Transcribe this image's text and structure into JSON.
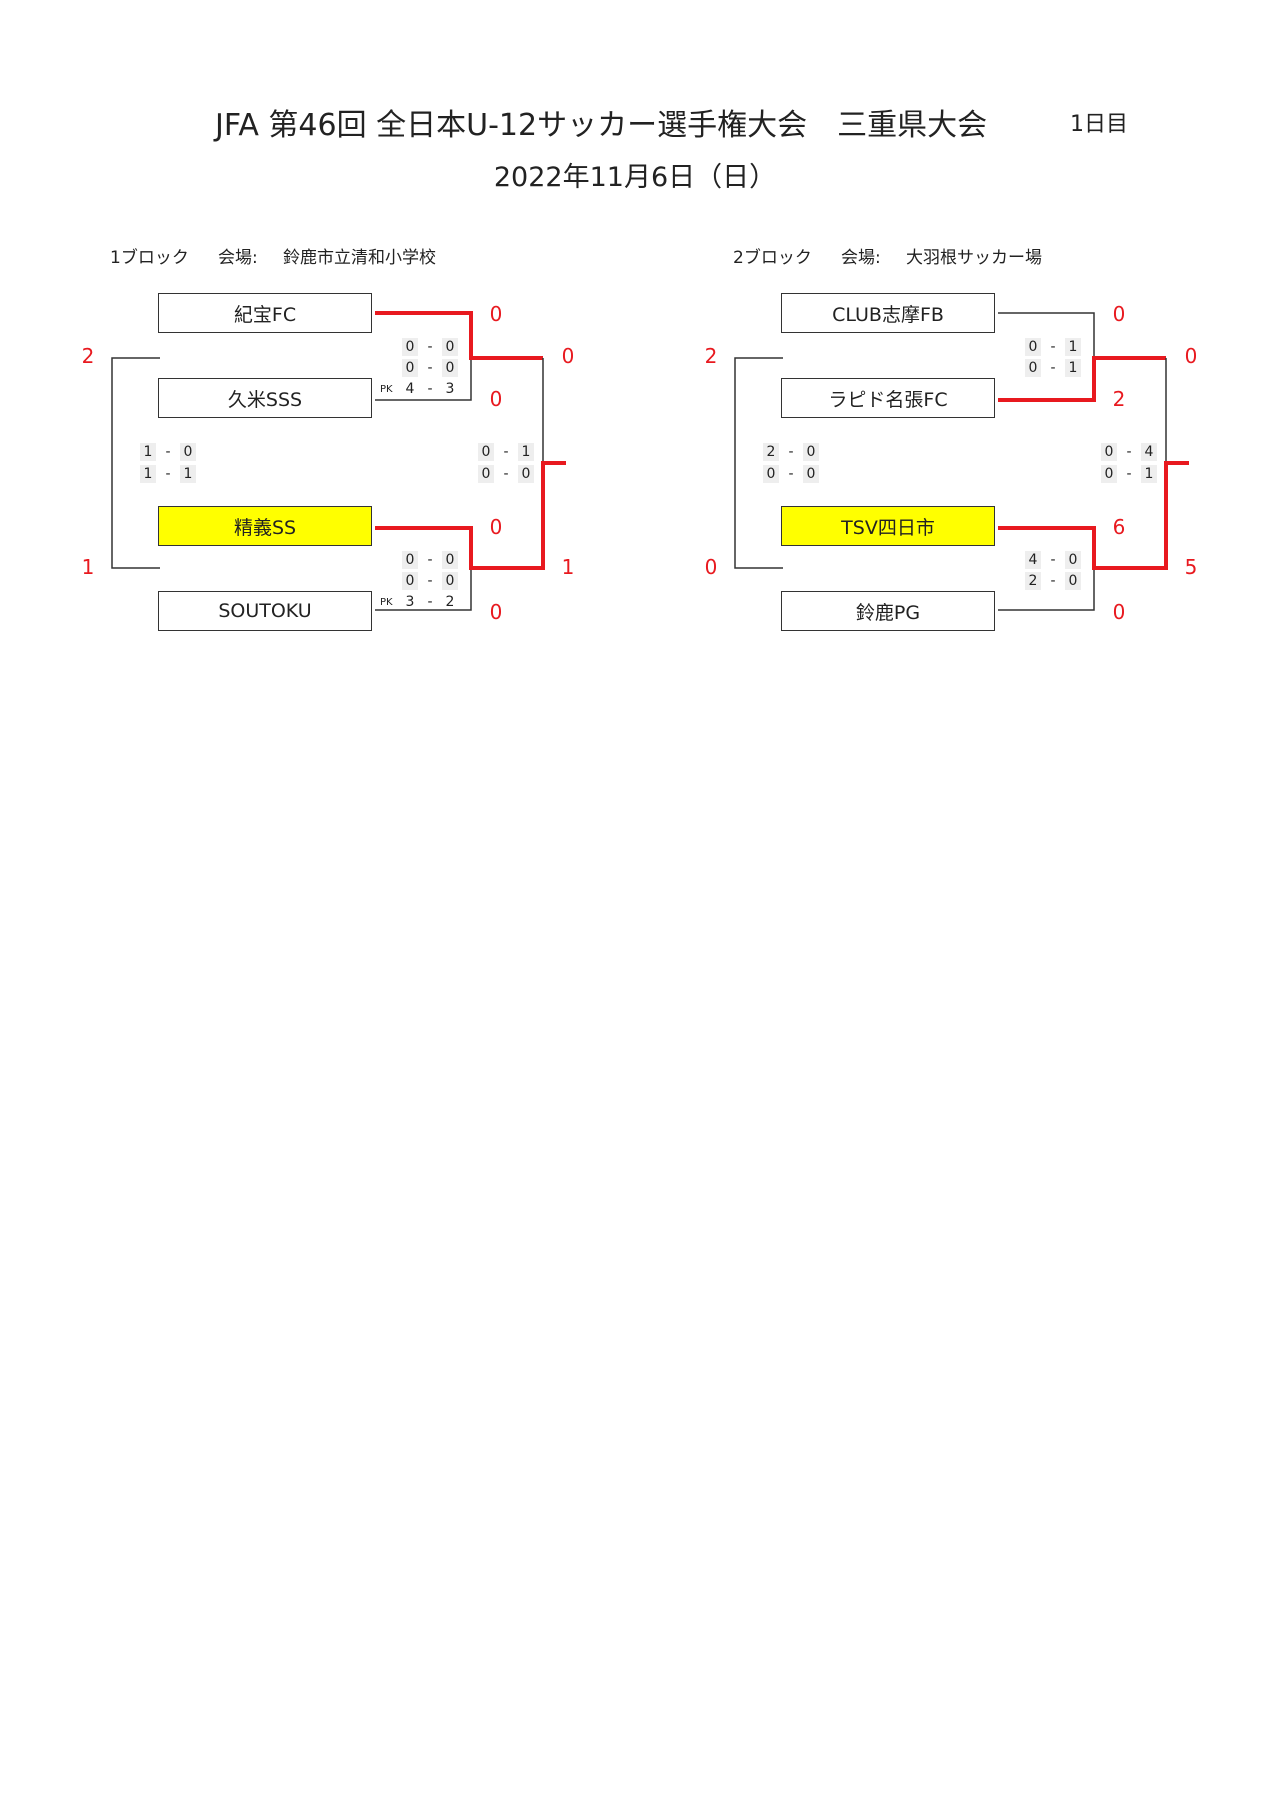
{
  "header": {
    "title": "JFA 第46回 全日本U-12サッカー選手権大会　三重県大会",
    "day": "1日目",
    "date": "2022年11月6日（日）"
  },
  "colors": {
    "win_line": "#e8191f",
    "highlight": "#ffff00",
    "score": "#e8191f"
  },
  "blocks": [
    {
      "label": "1ブロック",
      "venue_label": "会場:",
      "venue": "鈴鹿市立清和小学校",
      "final_left_score_top": "2",
      "final_left_score_bottom": "1",
      "final_right_score_top": "0",
      "final_right_score_bottom": "1",
      "final_halves_left": [
        [
          "1",
          "0"
        ],
        [
          "1",
          "1"
        ]
      ],
      "final_halves_right": [
        [
          "0",
          "1"
        ],
        [
          "0",
          "0"
        ]
      ],
      "matches": [
        {
          "team_a": "紀宝FC",
          "team_b": "久米SSS",
          "score_a": "0",
          "score_b": "0",
          "halves": [
            [
              "0",
              "0"
            ],
            [
              "0",
              "0"
            ]
          ],
          "pk": [
            "4",
            "3"
          ],
          "pk_label": "PK",
          "winner": "a",
          "advance_score": "0"
        },
        {
          "team_a": "精義SS",
          "team_b": "SOUTOKU",
          "score_a": "0",
          "score_b": "0",
          "halves": [
            [
              "0",
              "0"
            ],
            [
              "0",
              "0"
            ]
          ],
          "pk": [
            "3",
            "2"
          ],
          "pk_label": "PK",
          "winner": "a",
          "advance_score": "1",
          "highlight": true
        }
      ]
    },
    {
      "label": "2ブロック",
      "venue_label": "会場:",
      "venue": "大羽根サッカー場",
      "final_left_score_top": "2",
      "final_left_score_bottom": "0",
      "final_right_score_top": "0",
      "final_right_score_bottom": "5",
      "final_halves_left": [
        [
          "2",
          "0"
        ],
        [
          "0",
          "0"
        ]
      ],
      "final_halves_right": [
        [
          "0",
          "4"
        ],
        [
          "0",
          "1"
        ]
      ],
      "matches": [
        {
          "team_a": "CLUB志摩FB",
          "team_b": "ラピド名張FC",
          "score_a": "0",
          "score_b": "2",
          "halves": [
            [
              "0",
              "1"
            ],
            [
              "0",
              "1"
            ]
          ],
          "winner": "b",
          "advance_score": "0"
        },
        {
          "team_a": "TSV四日市",
          "team_b": "鈴鹿PG",
          "score_a": "6",
          "score_b": "0",
          "halves": [
            [
              "4",
              "0"
            ],
            [
              "2",
              "0"
            ]
          ],
          "winner": "a",
          "advance_score": "5",
          "highlight": true
        }
      ]
    }
  ]
}
